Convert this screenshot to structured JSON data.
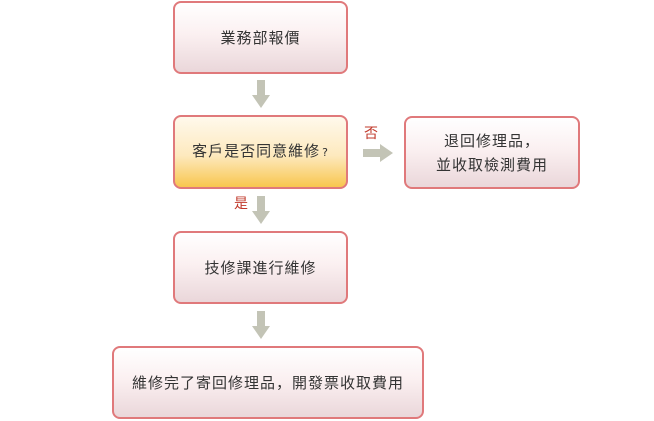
{
  "nodes": {
    "quote": "業務部報價",
    "decision": "客戶是否同意維修",
    "decision_mark": "?",
    "return_line1": "退回修理品，",
    "return_line2": "並收取檢測費用",
    "repair": "技修課進行維修",
    "final": "維修完了寄回修理品，開發票收取費用"
  },
  "labels": {
    "no": "否",
    "yes": "是"
  },
  "colors": {
    "border": "#e0797b",
    "arrow": "#c3c4b6",
    "label": "#c0392b",
    "highlight": "#f8c64e"
  }
}
